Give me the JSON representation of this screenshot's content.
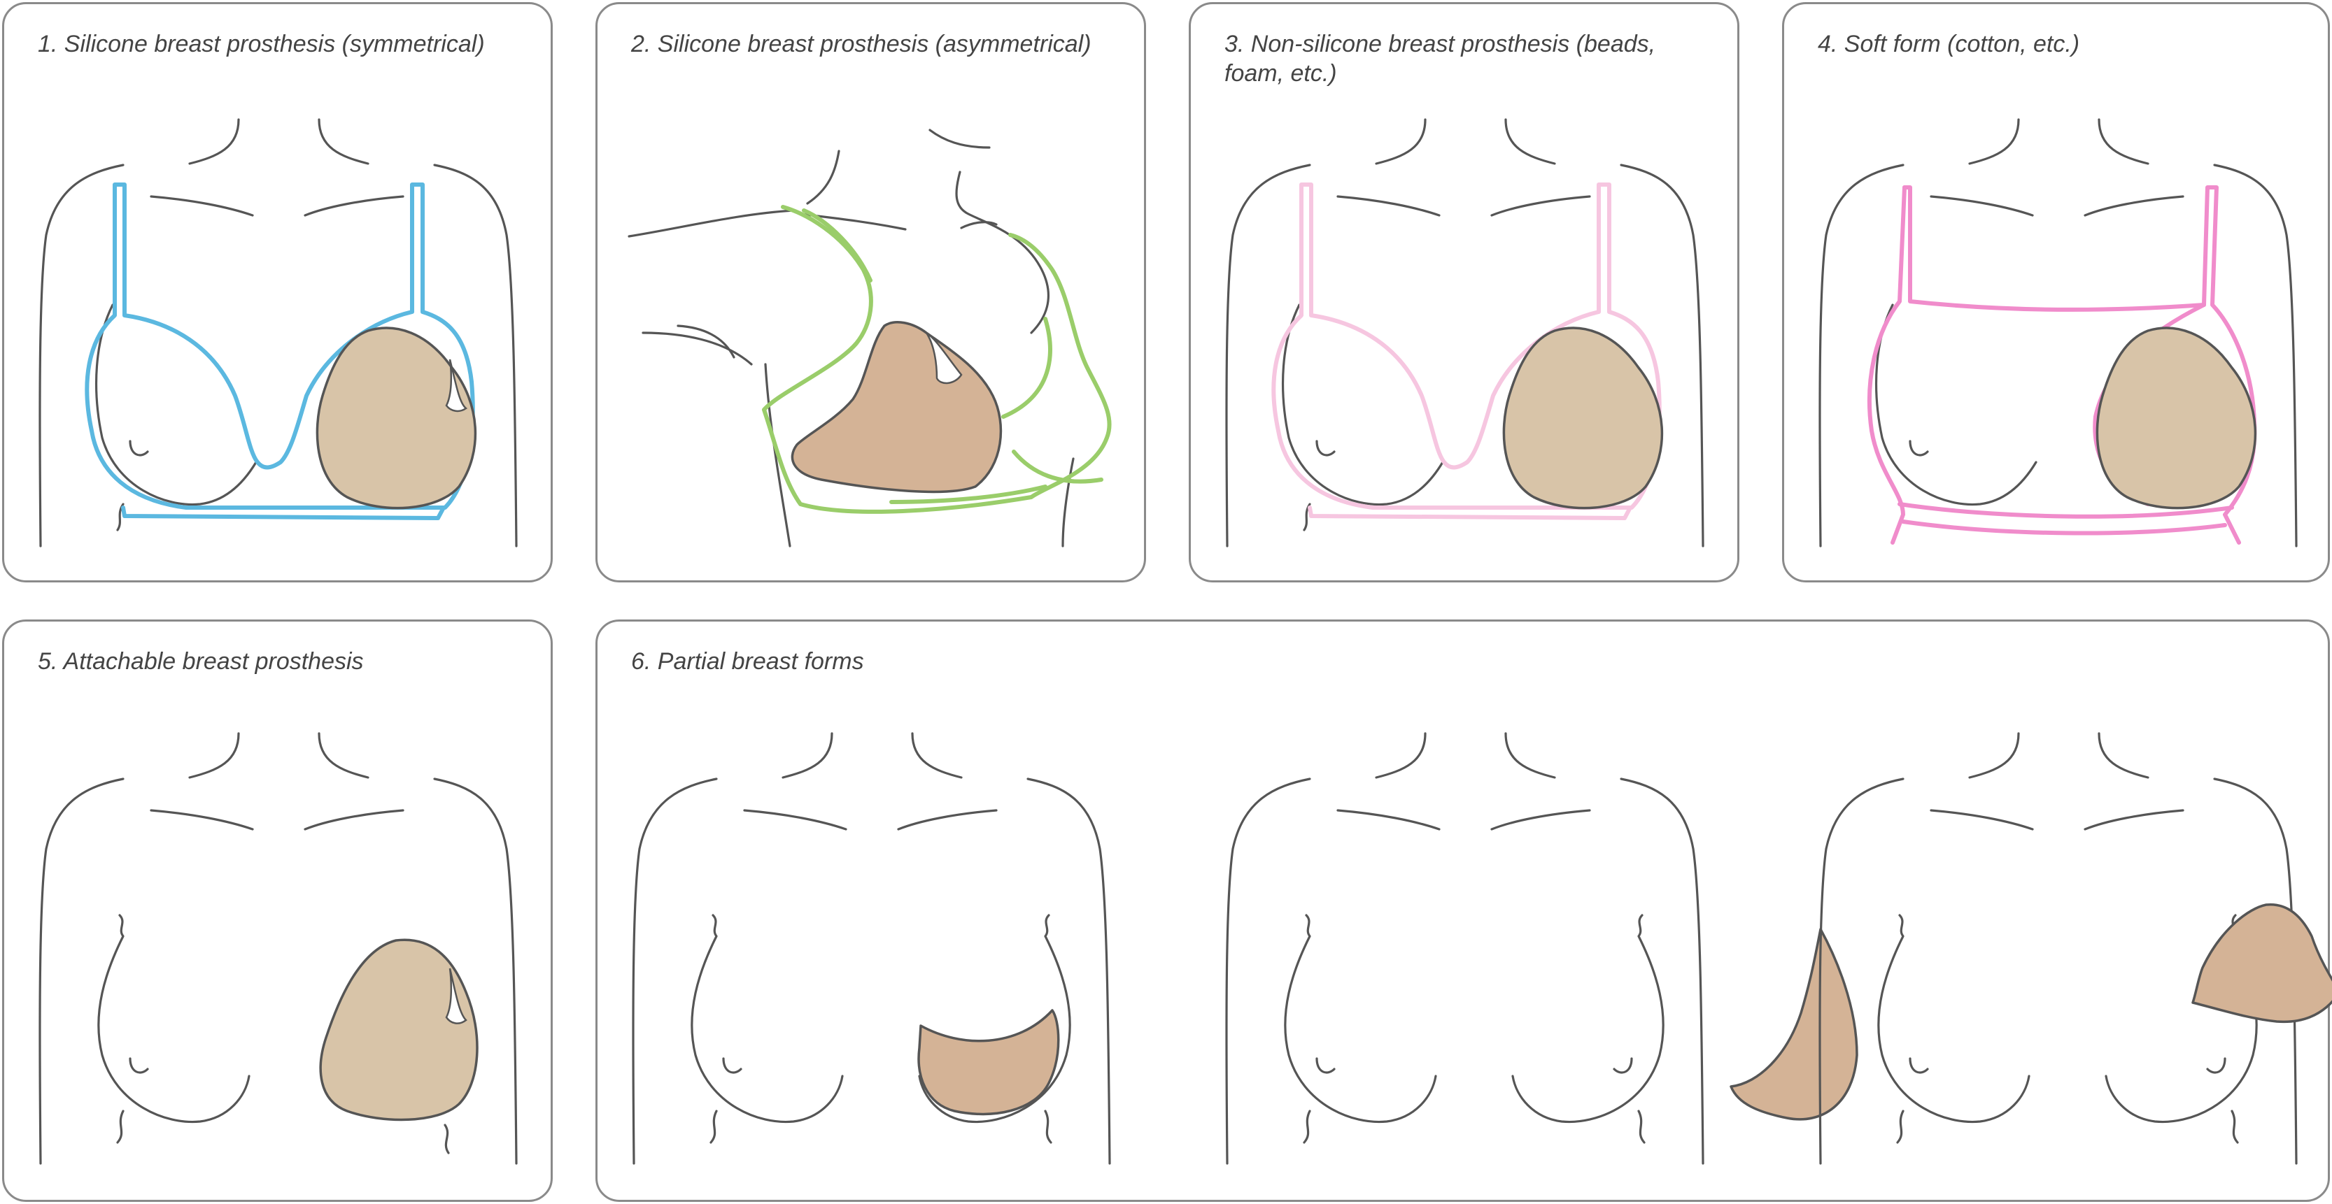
{
  "colors": {
    "outline": "#555555",
    "panel_border": "#8a8a8a",
    "prosthesis_fill": "#d8c4a8",
    "partial_fill": "#d4b396",
    "bra_blue": "#5bb8e0",
    "bra_green": "#9acd6a",
    "bra_light_pink": "#f6c6e0",
    "bra_pink": "#f08ccb"
  },
  "panels": [
    {
      "caption": "1. Silicone breast prosthesis (symmetrical)",
      "icon": "bra-with-symmetrical-silicone-prosthesis"
    },
    {
      "caption": "2. Silicone breast prosthesis (asymmetrical)",
      "icon": "side-view-bra-with-asymmetrical-silicone-prosthesis"
    },
    {
      "caption": "3. Non-silicone breast prosthesis (beads, foam, etc.)",
      "icon": "bra-with-non-silicone-prosthesis"
    },
    {
      "caption": "4. Soft form (cotton, etc.)",
      "icon": "camisole-with-soft-form"
    },
    {
      "caption": "5. Attachable breast prosthesis",
      "icon": "attachable-prosthesis-on-chest"
    },
    {
      "caption": "6. Partial breast forms",
      "icon": "three-partial-breast-forms"
    }
  ]
}
